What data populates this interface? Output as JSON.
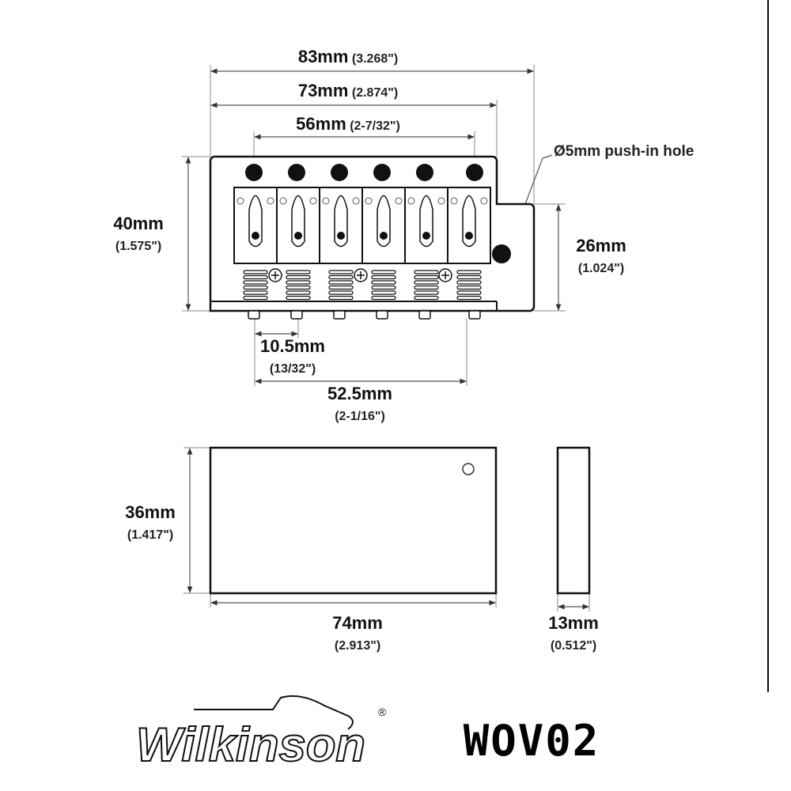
{
  "dimensions": {
    "overall_width": {
      "mm": "83mm",
      "inch": "(3.268\")"
    },
    "base_width": {
      "mm": "73mm",
      "inch": "(2.874\")"
    },
    "string_spacing_outer": {
      "mm": "56mm",
      "inch": "(2-7/32\")"
    },
    "height": {
      "mm": "40mm",
      "inch": "(1.575\")"
    },
    "step_height": {
      "mm": "26mm",
      "inch": "(1.024\")"
    },
    "push_in_hole": "Ø5mm push-in hole",
    "screw_spacing": {
      "mm": "10.5mm",
      "inch": "(13/32\")"
    },
    "screw_span": {
      "mm": "52.5mm",
      "inch": "(2-1/16\")"
    },
    "block_height": {
      "mm": "36mm",
      "inch": "(1.417\")"
    },
    "block_width": {
      "mm": "74mm",
      "inch": "(2.913\")"
    },
    "block_depth": {
      "mm": "13mm",
      "inch": "(0.512\")"
    }
  },
  "brand": {
    "logo": "Wilkinson",
    "registered": "®"
  },
  "model": "WOV02"
}
